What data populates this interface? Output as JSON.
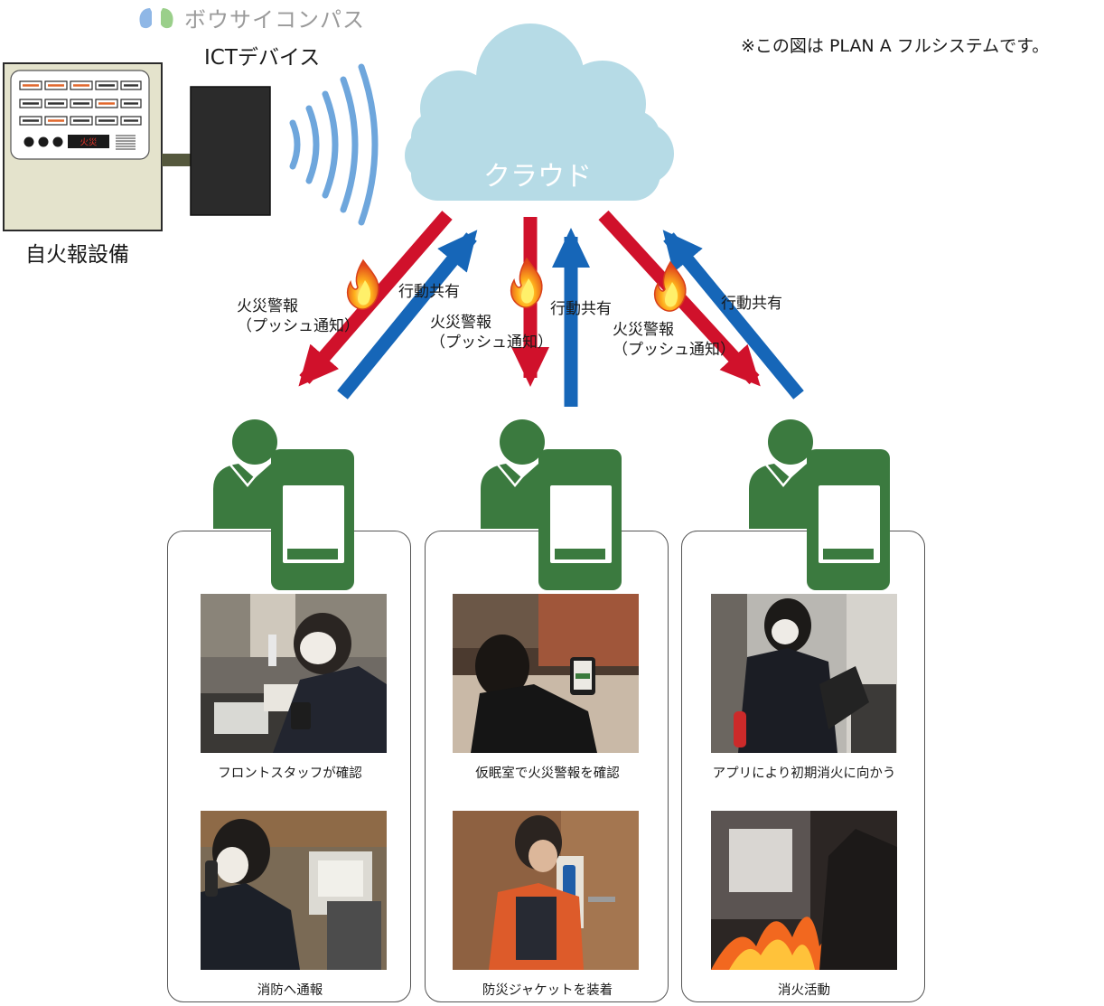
{
  "brand": {
    "name": "ボウサイコンパス",
    "icon": "leaf-logo-icon"
  },
  "note": "※この図は PLAN A フルシステムです。",
  "devices": {
    "ict_label": "ICTデバイス",
    "panel_label": "自火報設備",
    "panel_display_text": "火災"
  },
  "cloud": {
    "label": "クラウド"
  },
  "flows": {
    "alarm_line1": "火災警報",
    "alarm_line2": "（プッシュ通知）",
    "share_label": "行動共有"
  },
  "colors": {
    "alarm_arrow": "#d0112b",
    "share_arrow": "#1666b8",
    "staff_green": "#3b7a3f",
    "cloud": "#b6dbe6",
    "signal_wave": "#6ea6dc",
    "panel_bg": "#e4e3cc"
  },
  "scenarios": [
    {
      "photo1_caption": "フロントスタッフが確認",
      "photo2_caption": "消防へ通報"
    },
    {
      "photo1_caption": "仮眠室で火災警報を確認",
      "photo2_caption": "防災ジャケットを装着"
    },
    {
      "photo1_caption": "アプリにより初期消火に向かう",
      "photo2_caption": "消火活動"
    }
  ]
}
